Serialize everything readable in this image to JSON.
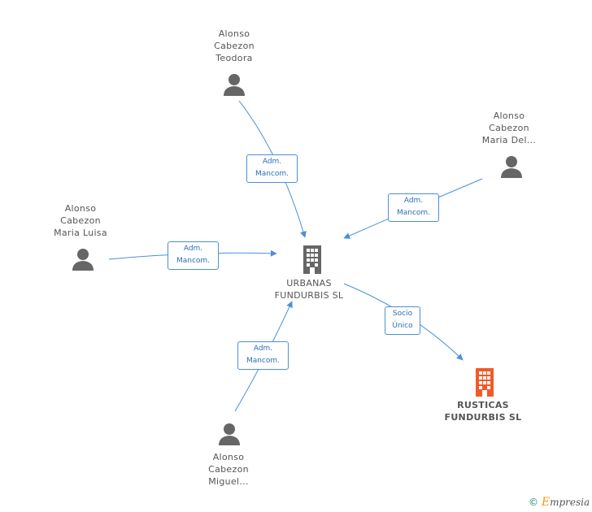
{
  "colors": {
    "edge": "#4a90d9",
    "person_icon": "#666666",
    "company_icon": "#666666",
    "highlight_company": "#f05a28",
    "label_text": "#555555"
  },
  "nodes": {
    "teodora": {
      "lines": [
        "Alonso",
        "Cabezon",
        "Teodora"
      ],
      "icon": "person-icon"
    },
    "maria_del": {
      "lines": [
        "Alonso",
        "Cabezon",
        "Maria Del..."
      ],
      "icon": "person-icon"
    },
    "maria_luisa": {
      "lines": [
        "Alonso",
        "Cabezon",
        "Maria Luisa"
      ],
      "icon": "person-icon"
    },
    "miguel": {
      "lines": [
        "Alonso",
        "Cabezon",
        "Miguel..."
      ],
      "icon": "person-icon"
    },
    "urbanas": {
      "lines": [
        "URBANAS",
        "FUNDURBIS SL"
      ],
      "icon": "building-icon"
    },
    "rusticas": {
      "lines": [
        "RUSTICAS",
        "FUNDURBIS SL"
      ],
      "icon": "building-icon"
    }
  },
  "edges": {
    "teodora": {
      "lines": [
        "Adm.",
        "Mancom."
      ]
    },
    "maria_del": {
      "lines": [
        "Adm.",
        "Mancom."
      ]
    },
    "maria_luisa": {
      "lines": [
        "Adm.",
        "Mancom."
      ]
    },
    "miguel": {
      "lines": [
        "Adm.",
        "Mancom."
      ]
    },
    "rusticas": {
      "lines": [
        "Socio",
        "Único"
      ]
    }
  },
  "watermark": {
    "copyright": "©",
    "brand_initial": "E",
    "brand_rest": "mpresia"
  }
}
